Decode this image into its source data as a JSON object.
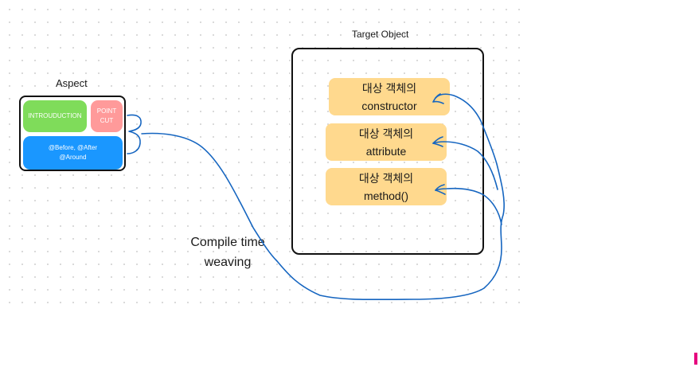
{
  "aspect": {
    "title": "Aspect",
    "introduction": "INTROUDUCTION",
    "pointcut": "POINT\nCUT",
    "advice": "@Before, @After\n@Around"
  },
  "target": {
    "title": "Target Object",
    "members": [
      {
        "line1": "대상 객체의",
        "line2": "constructor"
      },
      {
        "line1": "대상 객체의",
        "line2": "attribute"
      },
      {
        "line1": "대상 객체의",
        "line2": "method()"
      }
    ]
  },
  "weaving_label": "Compile time\nweaving",
  "colors": {
    "introduction": "#7fdc5a",
    "pointcut": "#ff9a9a",
    "advice": "#1a97ff",
    "member": "#ffd98e",
    "arrow": "#1565c0"
  }
}
